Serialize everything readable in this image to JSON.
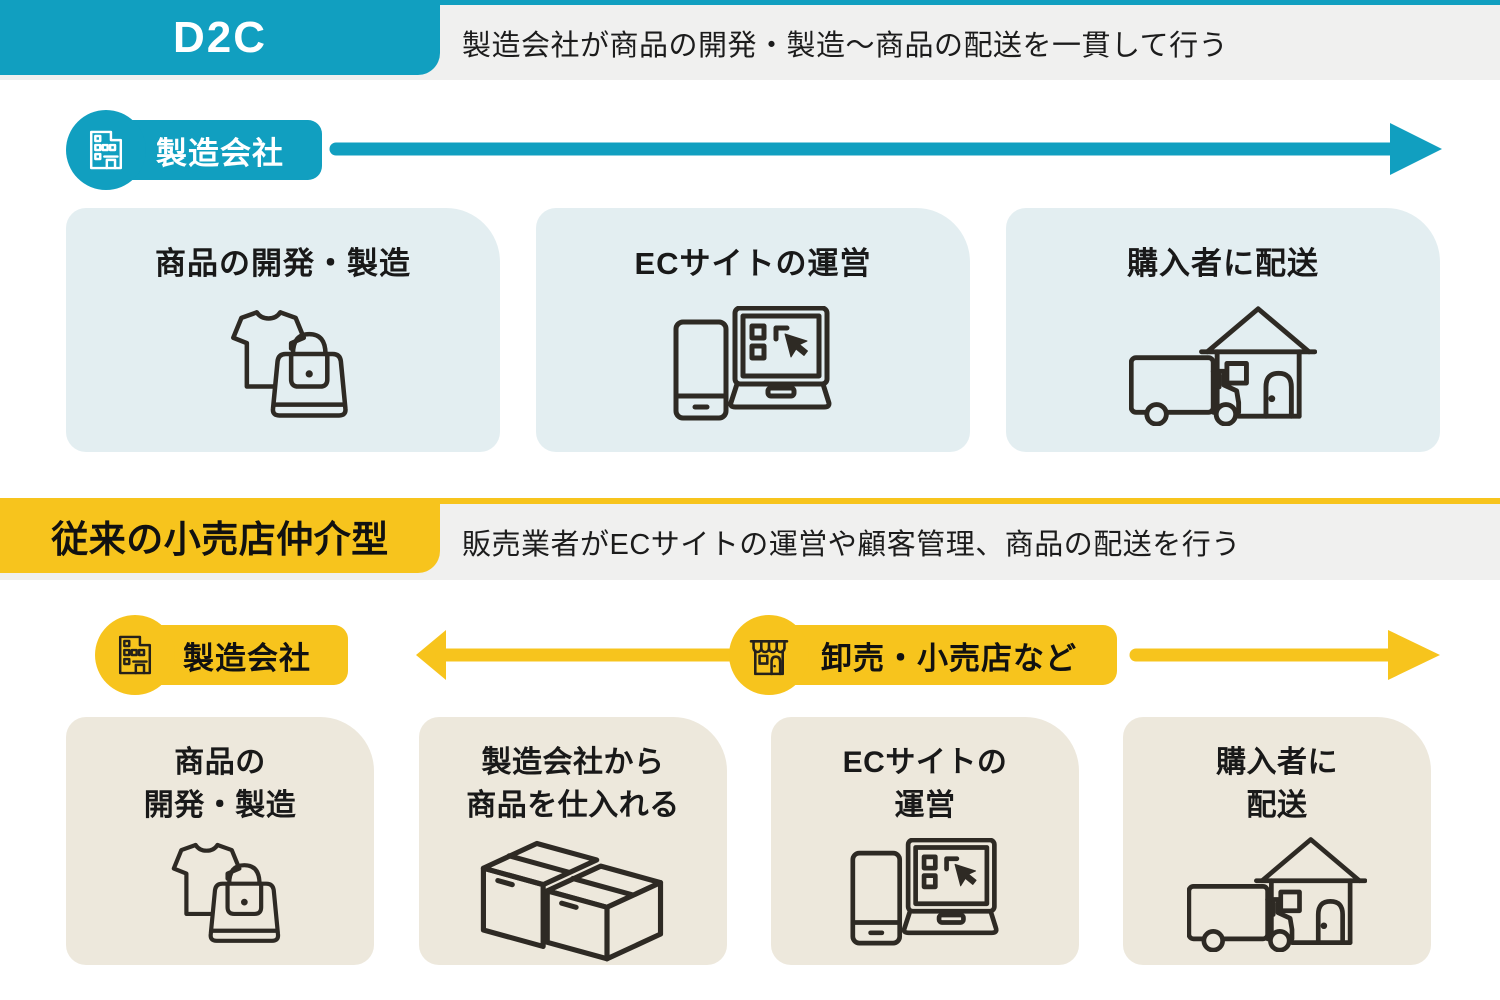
{
  "colors": {
    "teal": "#119FC0",
    "yellow": "#F7C41D",
    "card_blue": "#E3EEF1",
    "card_beige": "#EDE8DC",
    "band_gray": "#F0F0EF",
    "text": "#1A1A1A",
    "icon_stroke": "#2E2A24"
  },
  "d2c": {
    "label": "D2C",
    "description": "製造会社が商品の開発・製造〜商品の配送を一貫して行う",
    "actor": {
      "label": "製造会社",
      "icon": "office-building-icon"
    },
    "cards": [
      {
        "title": "商品の開発・製造",
        "icon": "tshirt-bag-icon"
      },
      {
        "title": "ECサイトの運営",
        "icon": "phone-laptop-icon"
      },
      {
        "title": "購入者に配送",
        "icon": "truck-house-icon"
      }
    ]
  },
  "retail": {
    "label": "従来の小売店仲介型",
    "description": "販売業者がECサイトの運営や顧客管理、商品の配送を行う",
    "actors": [
      {
        "label": "製造会社",
        "icon": "office-building-icon"
      },
      {
        "label": "卸売・小売店など",
        "icon": "storefront-icon"
      }
    ],
    "cards": [
      {
        "title_line1": "商品の",
        "title_line2": "開発・製造",
        "icon": "tshirt-bag-icon"
      },
      {
        "title_line1": "製造会社から",
        "title_line2": "商品を仕入れる",
        "icon": "boxes-icon"
      },
      {
        "title_line1": "ECサイトの",
        "title_line2": "運営",
        "icon": "phone-laptop-icon"
      },
      {
        "title_line1": "購入者に",
        "title_line2": "配送",
        "icon": "truck-house-icon"
      }
    ]
  }
}
